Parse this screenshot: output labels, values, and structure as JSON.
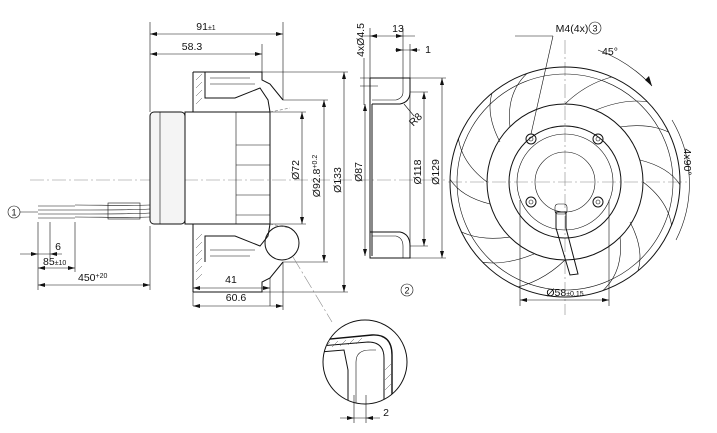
{
  "side_view": {
    "dims": {
      "overall_length": "91",
      "overall_length_tol": "±1",
      "motor_offset": "58.3",
      "dia_inner": "Ø72",
      "dia_mid": "Ø92.8",
      "dia_mid_tol": "+0.2",
      "dia_outer": "Ø133",
      "inlet_depth": "41",
      "inlet_total": "60.6",
      "strip_len": "6",
      "lead_strip": "85",
      "lead_strip_tol": "±10",
      "lead_len": "450",
      "lead_len_tol": "+20"
    },
    "callout": "1"
  },
  "section_view": {
    "dims": {
      "holes": "4xØ4.5",
      "width": "13",
      "lip": "1",
      "radius": "R8",
      "dia_ring": "Ø87",
      "dia_118": "Ø118",
      "dia_129": "Ø129"
    },
    "callout": "2",
    "detail_dim": "2"
  },
  "front_view": {
    "dims": {
      "thread": "M4(4x)",
      "angle": "45°",
      "pattern": "4x90°",
      "bolt_circle": "Ø58",
      "bolt_circle_tol": "±0.15"
    },
    "callout": "3"
  }
}
